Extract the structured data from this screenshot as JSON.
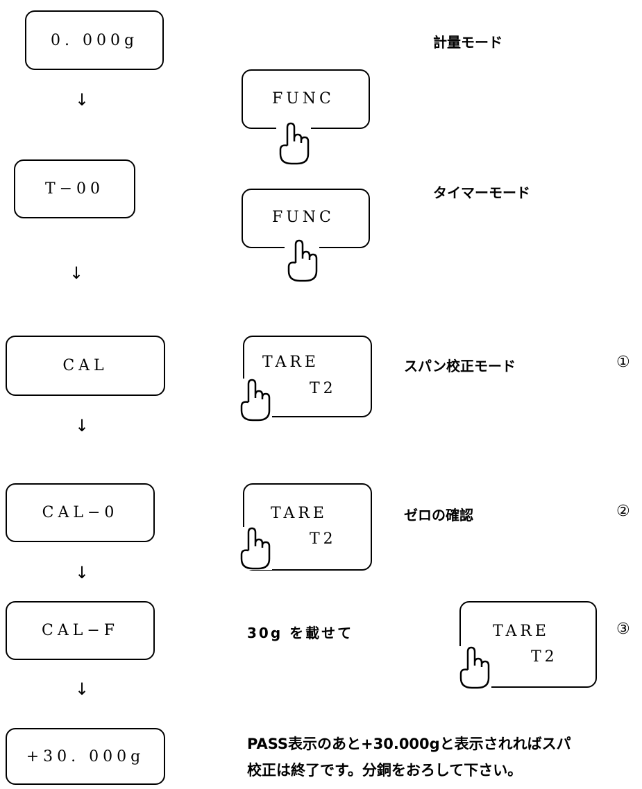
{
  "steps": {
    "weigh": {
      "display": "0. 000g",
      "label": "計量モード"
    },
    "timer": {
      "display": "T−00",
      "label": "タイマーモード"
    },
    "cal": {
      "display": "CAL",
      "label": "スパン校正モード",
      "num": "①"
    },
    "cal0": {
      "display": "CAL−0",
      "label": "ゼロの確認",
      "num": "②"
    },
    "calf": {
      "display": "CAL−F",
      "label": "30g を載せて",
      "num": "③"
    },
    "result": {
      "display": "+30. 000g"
    }
  },
  "arrow": "↓",
  "keys": {
    "func": "FUNC",
    "tare": "TARE",
    "t2": "T2"
  },
  "note": {
    "line1": "PASS表示のあと+30.000gと表示されればスパ",
    "line2": "校正は終了です。分銅をおろして下さい。"
  }
}
